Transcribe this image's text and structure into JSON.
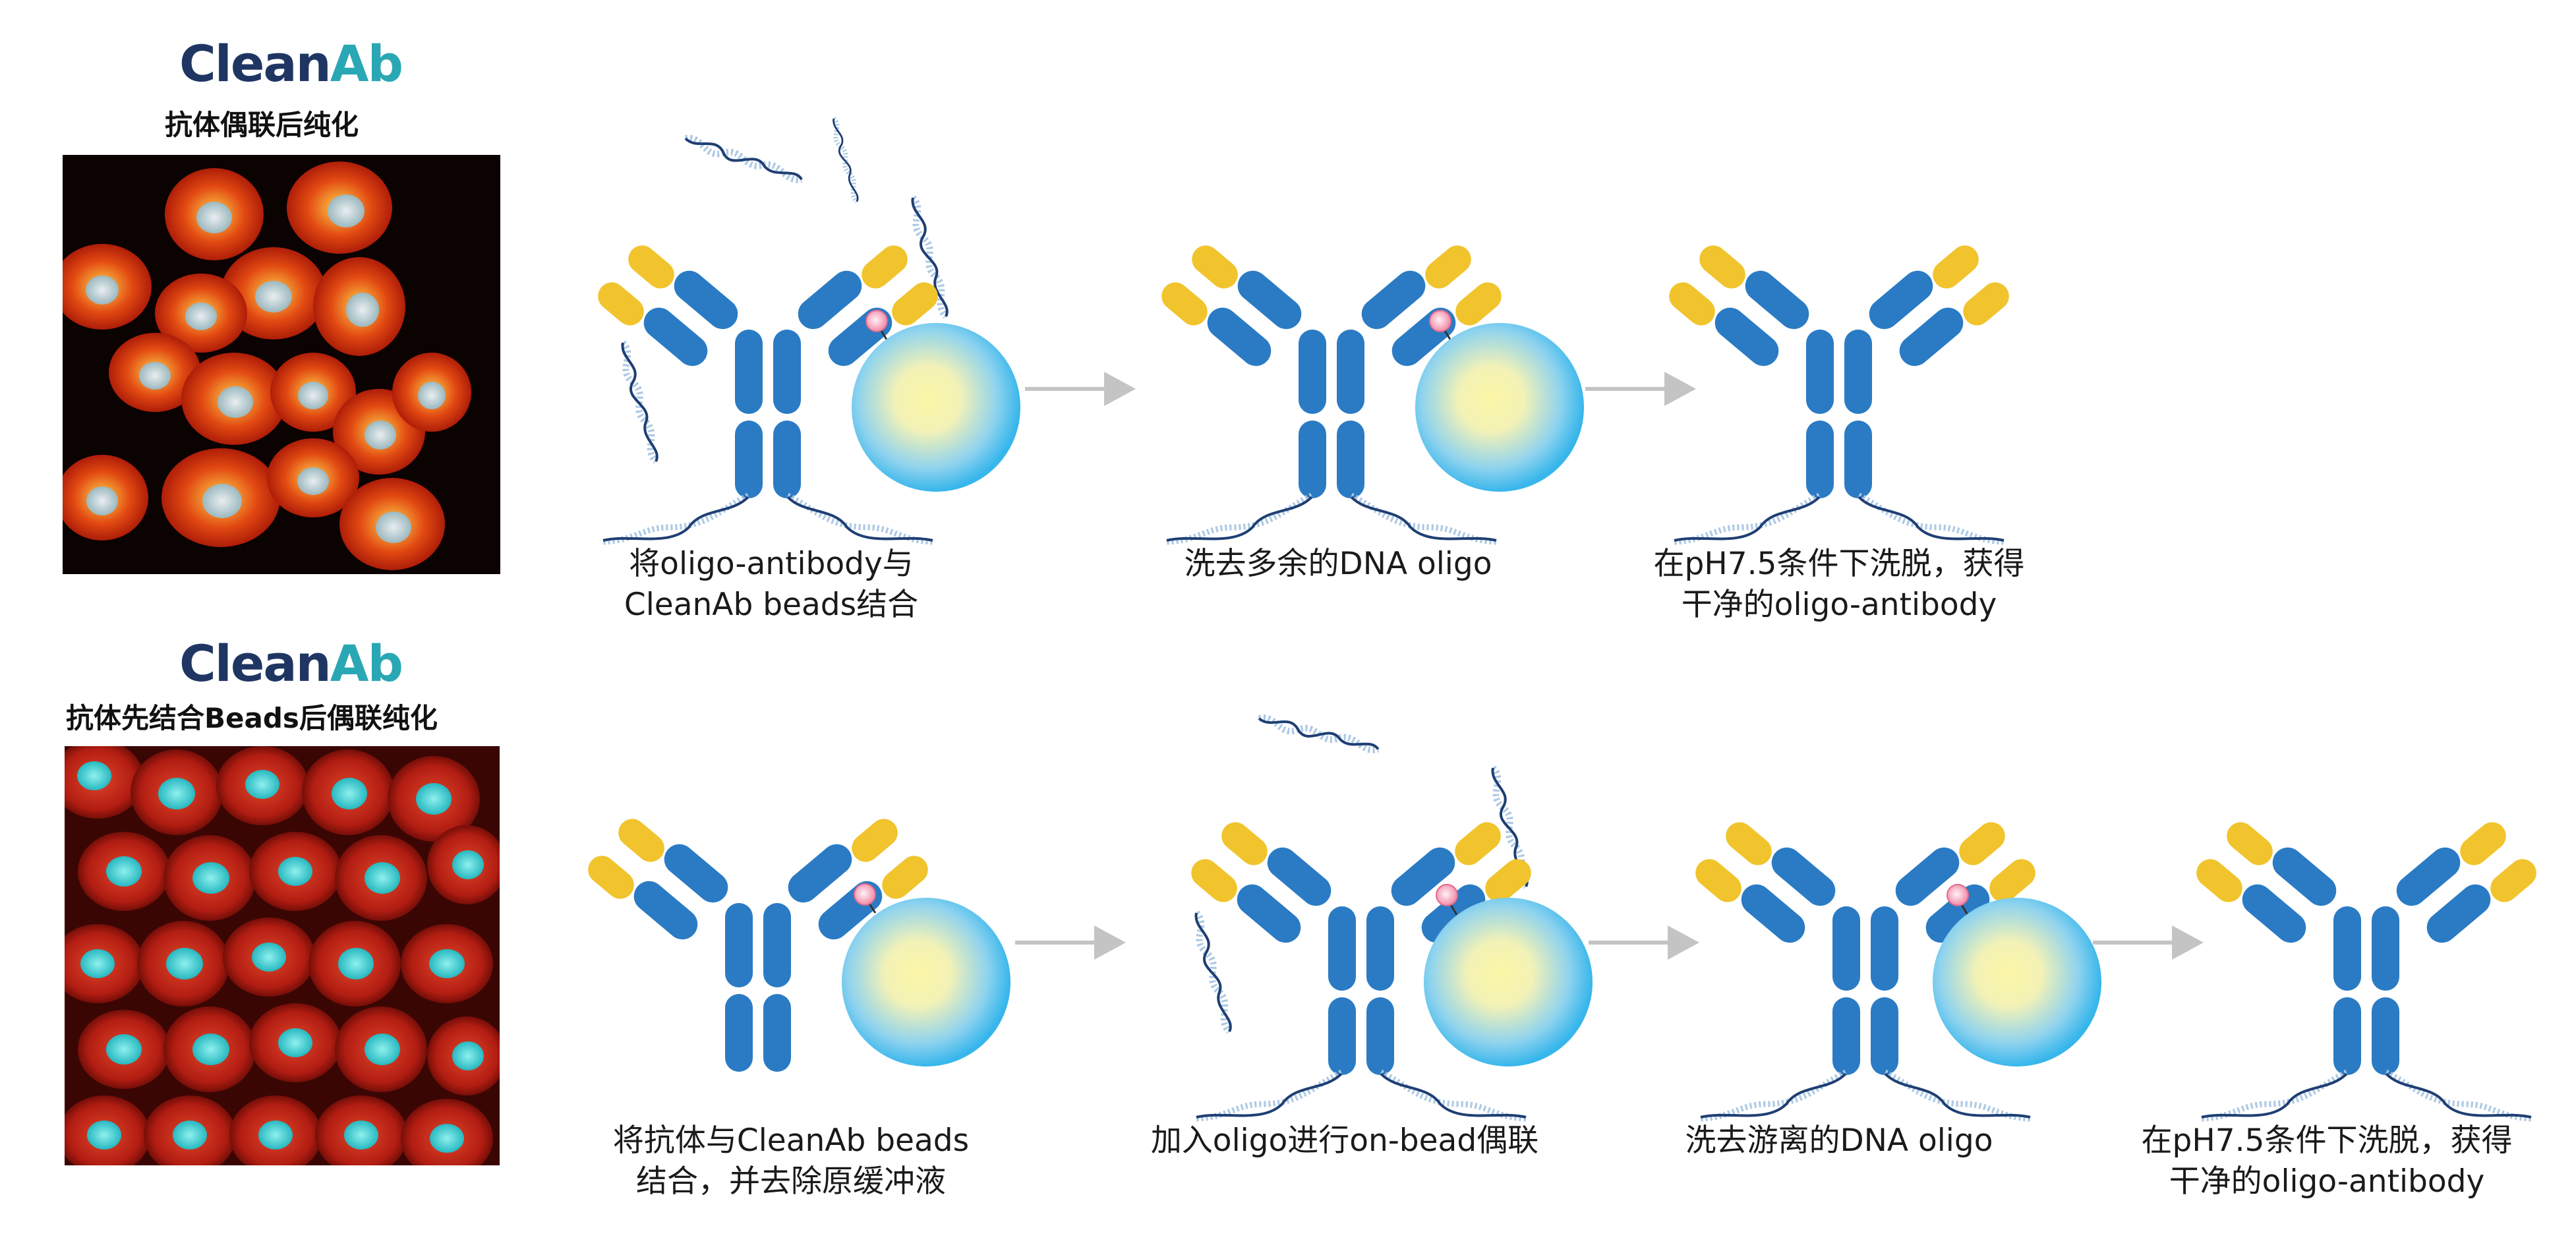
{
  "brand": {
    "part1": "Clean",
    "part2": "Ab",
    "color_dark": "#1f3663",
    "color_teal": "#2aa7b4"
  },
  "rows": [
    {
      "subtitle": "抗体偶联后纯化",
      "steps": [
        {
          "line1": "将oligo-antibody与",
          "line2": "CleanAb beads结合"
        },
        {
          "line1": "洗去多余的DNA oligo",
          "line2": ""
        },
        {
          "line1": "在pH7.5条件下洗脱，获得",
          "line2": "干净的oligo-antibody"
        }
      ]
    },
    {
      "subtitle": "抗体先结合Beads后偶联纯化",
      "steps": [
        {
          "line1": "将抗体与CleanAb beads",
          "line2": "结合，并去除原缓冲液"
        },
        {
          "line1": "加入oligo进行on-bead偶联",
          "line2": ""
        },
        {
          "line1": "洗去游离的DNA oligo",
          "line2": ""
        },
        {
          "line1": "在pH7.5条件下洗脱，获得",
          "line2": "干净的oligo-antibody"
        }
      ]
    }
  ],
  "colors": {
    "antibody_blue": "#2a7bc4",
    "antibody_yellow": "#f1c42d",
    "bead_center": "#fbf6a6",
    "bead_edge": "#37b6ec",
    "oligo_dark": "#1f3f73",
    "oligo_light": "#aac8e4",
    "arrow": "#c4c4c4",
    "linker": "#f5b0c2"
  }
}
